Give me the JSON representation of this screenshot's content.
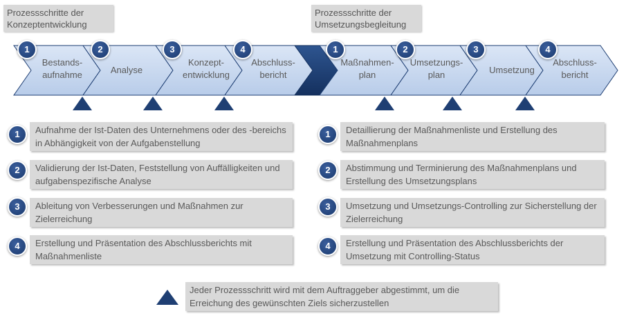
{
  "phases": {
    "concept_label": "Prozessschritte der Konzeptentwicklung",
    "implementation_label": "Prozessschritte der Umsetzungsbegleitung"
  },
  "concept_steps": [
    {
      "num": "1",
      "label": "Bestands-aufnahme",
      "description": "Aufnahme der Ist-Daten des Unternehmens oder des -bereichs in Abhängigkeit von der Aufgabenstellung"
    },
    {
      "num": "2",
      "label": "Analyse",
      "description": "Validierung der Ist-Daten, Feststellung von Auffälligkeiten und aufgabenspezifische Analyse"
    },
    {
      "num": "3",
      "label": "Konzept-entwicklung",
      "description": "Ableitung von Verbesserungen und Maßnahmen zur Zielerreichung"
    },
    {
      "num": "4",
      "label": "Abschluss-bericht",
      "description": "Erstellung und Präsentation des Abschlussberichts mit Maßnahmenliste"
    }
  ],
  "implementation_steps": [
    {
      "num": "1",
      "label": "Maßnahmen-plan",
      "description": "Detaillierung der Maßnahmenliste und Erstellung des Maßnahmenplans"
    },
    {
      "num": "2",
      "label": "Umsetzungs-plan",
      "description": "Abstimmung und Terminierung des Maßnahmenplans und Erstellung des Umsetzungsplans"
    },
    {
      "num": "3",
      "label": "Umsetzung",
      "description": "Umsetzung und Umsetzungs-Controlling zur Sicherstellung der Zielerreichung"
    },
    {
      "num": "4",
      "label": "Abschluss-bericht",
      "description": "Erstellung und Präsentation des Abschlussberichts der Umsetzung mit Controlling-Status"
    }
  ],
  "legend": {
    "icon": "triangle-marker",
    "text": "Jeder Prozessschritt wird mit dem Auftraggeber abgestimmt, um die Erreichung des gewünschten Ziels sicherzustellen"
  },
  "colors": {
    "chevron_fill": "#c6d7ef",
    "chevron_stroke": "#1f3f73",
    "badge": "#1f3f73",
    "separator": "#1f3f73",
    "box": "#d9d9d9"
  }
}
